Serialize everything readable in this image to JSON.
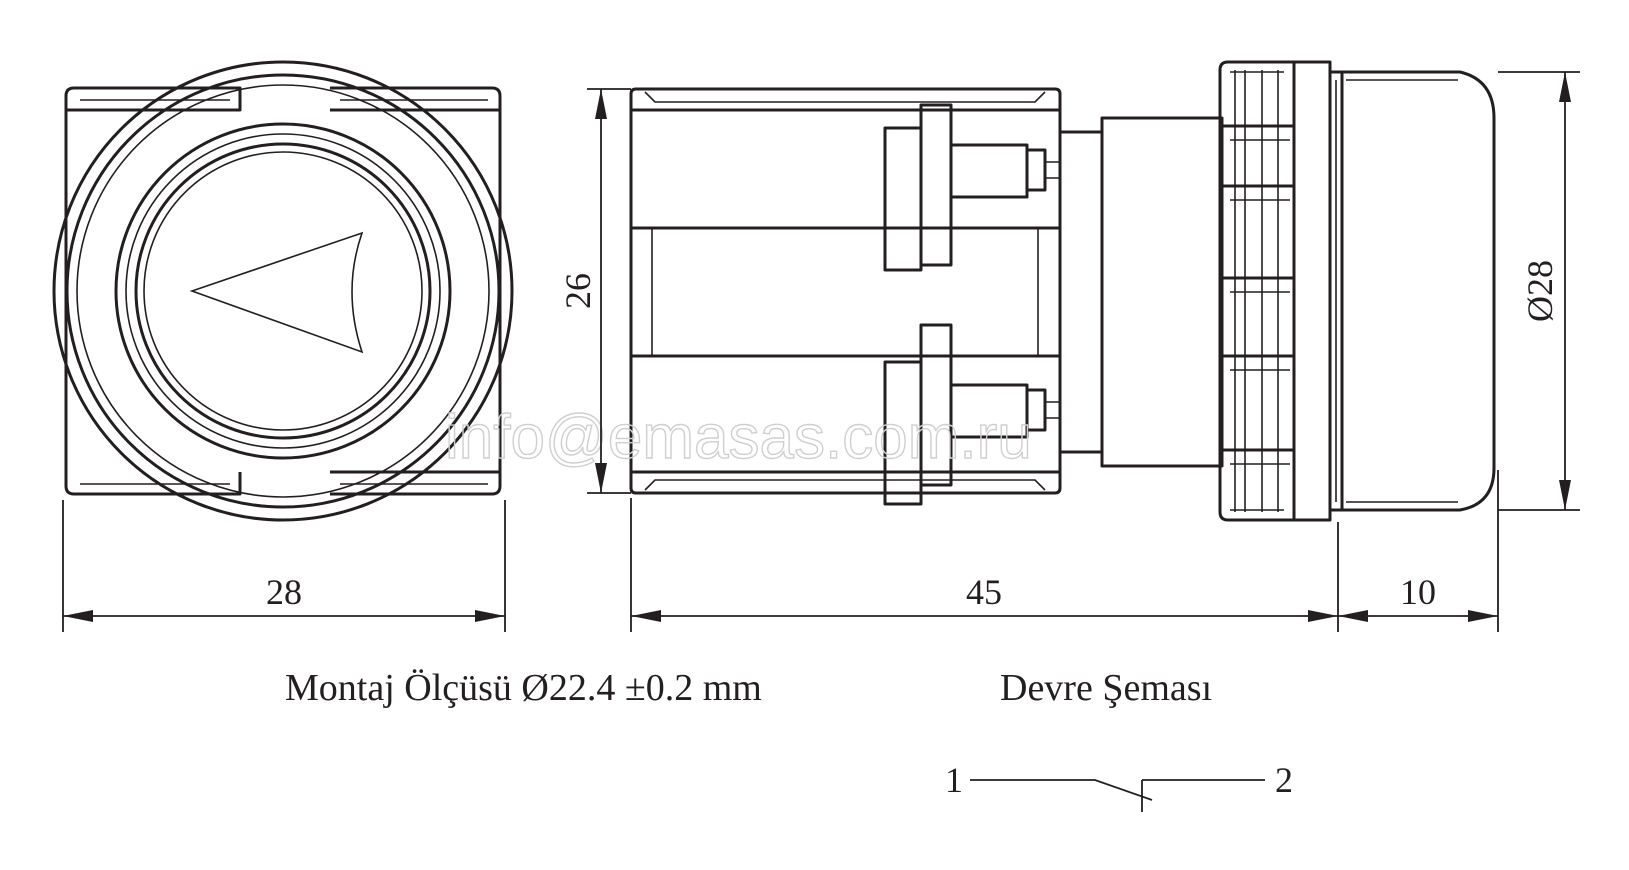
{
  "dimensions": {
    "front_width": "28",
    "body_height": "26",
    "body_length": "45",
    "cap_length": "10",
    "cap_diameter": "Ø28"
  },
  "captions": {
    "mounting": "Montaj Ölçüsü Ø22.4 ±0.2 mm",
    "circuit_title": "Devre Şeması"
  },
  "circuit": {
    "terminal_1": "1",
    "terminal_2": "2"
  },
  "watermark": "info@emasas.com.ru"
}
